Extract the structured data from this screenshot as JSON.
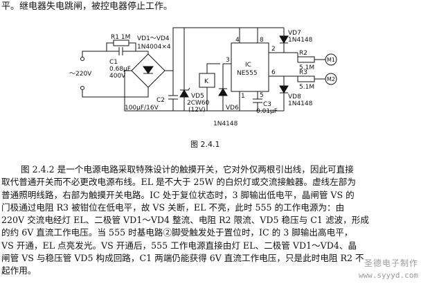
{
  "top_line": "平。继电器失电跳闸，被控电器停止工作。",
  "figure": {
    "caption": "图 2.4.1",
    "labels": {
      "r1": "R1 1M",
      "vd_bridge": "VD1～VD4",
      "vd_bridge_part": "1N4004×4",
      "c1": "C1",
      "c1_value": "0.68μF",
      "c1_voltage": "400V",
      "ac_in": "～220V",
      "c2": "C2",
      "c2_value": "100μF/16V",
      "vd5": "VD5",
      "vd5_part": "2CW60",
      "vd5_voltage": "(12V)",
      "relay_k": "K",
      "vd6": "VD6",
      "vd6_part": "1N4148",
      "ic": "IC",
      "ic_part": "NE555",
      "pin4": "4",
      "pin8": "8",
      "pin3": "3",
      "pin2": "2",
      "pin6": "6",
      "pin1": "1",
      "pin5": "5",
      "c3": "C3",
      "c3_value": "0.01μF",
      "vd7": "VD7",
      "vd7_part": "1N4148",
      "r2": "R2",
      "r2_value": "5.1M",
      "r3": "R3",
      "r3_value": "5.1M",
      "m1": "M1",
      "m2": "M2",
      "vd8": "VD8",
      "vd8_part": "1N4148"
    }
  },
  "paragraph": [
    "图 2.4.2 是一个电源电路采取特殊设计的触摸开关，它对外仅两根引出线，因此可直接",
    "取代普通开关而不必更改电源布线。EL 是不大于 25W 的白炽灯或交流接触器。虚线左部为",
    "普通照明线路，右部为触摸开关电路。IC 处于复位状态时，3 脚输出低电平，晶闸管 VS 的",
    "门极通过电阻 R3 被钳位在低电平，故 VS 关断，EL 不亮，此时 555 的工作电源为：由",
    "220V 交流电经灯 EL、二极管 VD1～VD4 整流、电阻 R2 限流、VD5 稳压与 C1 滤波，形成",
    "的约 6V 直流工作电压。当 555 时基电路②脚受触发处于置位时，IC 的 3 脚输出高电平，",
    "VS 开通，EL 点亮发光。VS 开通后，555 工作电源直接由灯 EL、二极管 VD1～VD4、晶",
    "闸管 VS 与稳压管 VD5 构成回路，C1 两端仍能获得 6V 直流工作电压，只是此时电阻 R2 不",
    "起作用。"
  ],
  "watermark": {
    "line1": "圣德电子制作",
    "line2": "www.syyyd.com"
  }
}
